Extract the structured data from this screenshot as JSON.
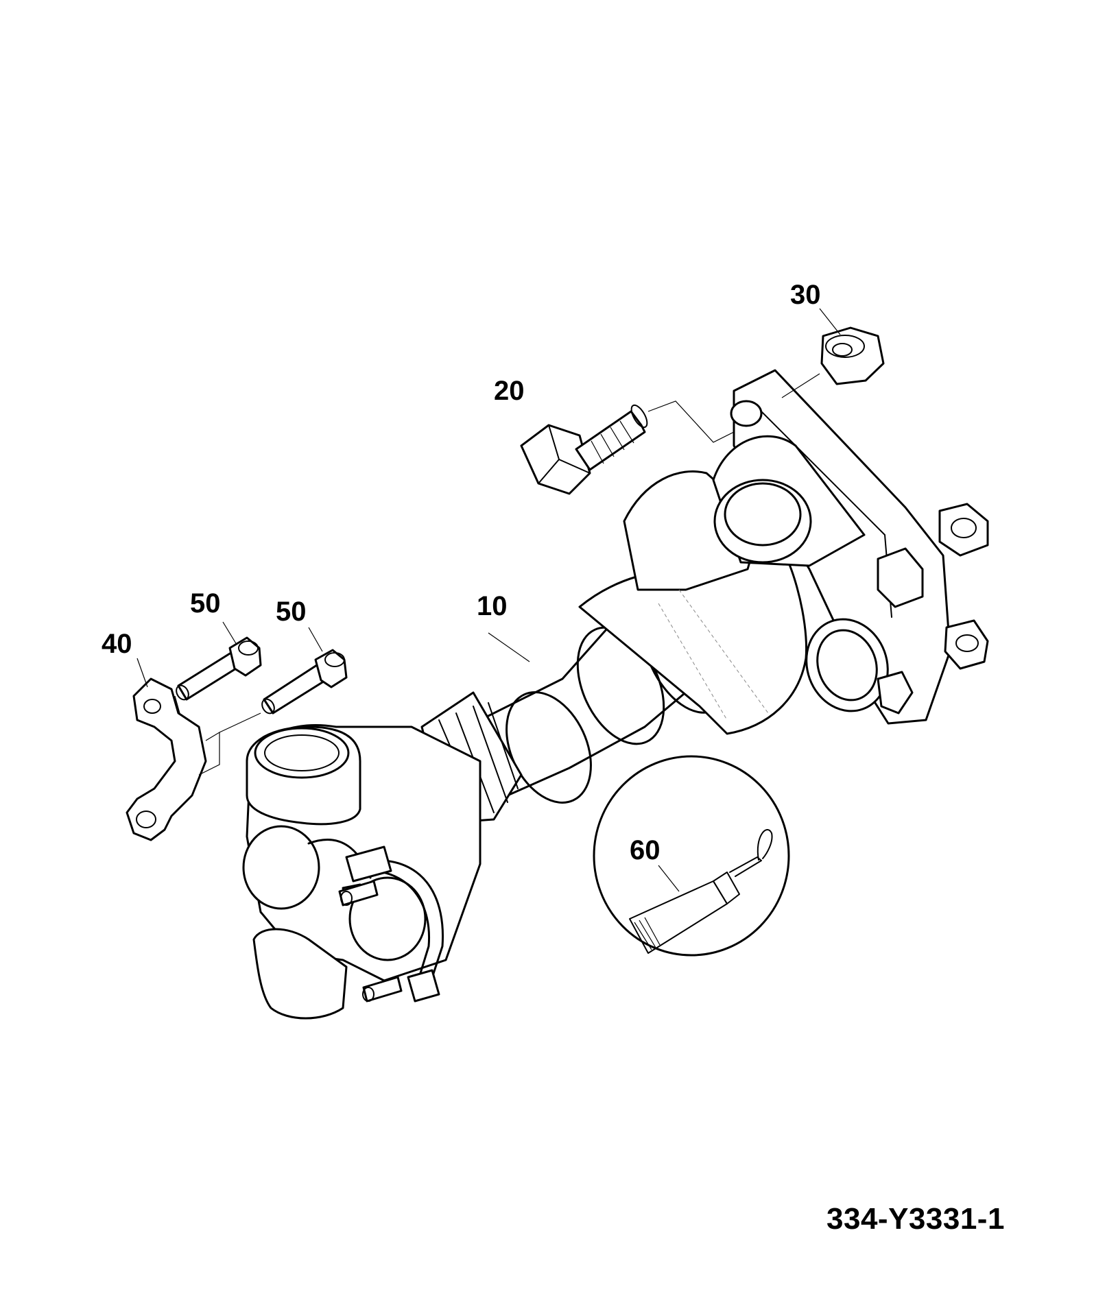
{
  "callouts": {
    "c10": "10",
    "c20": "20",
    "c30": "30",
    "c40": "40",
    "c50a": "50",
    "c50b": "50",
    "c60": "60"
  },
  "drawing_id": "334-Y3331-1"
}
